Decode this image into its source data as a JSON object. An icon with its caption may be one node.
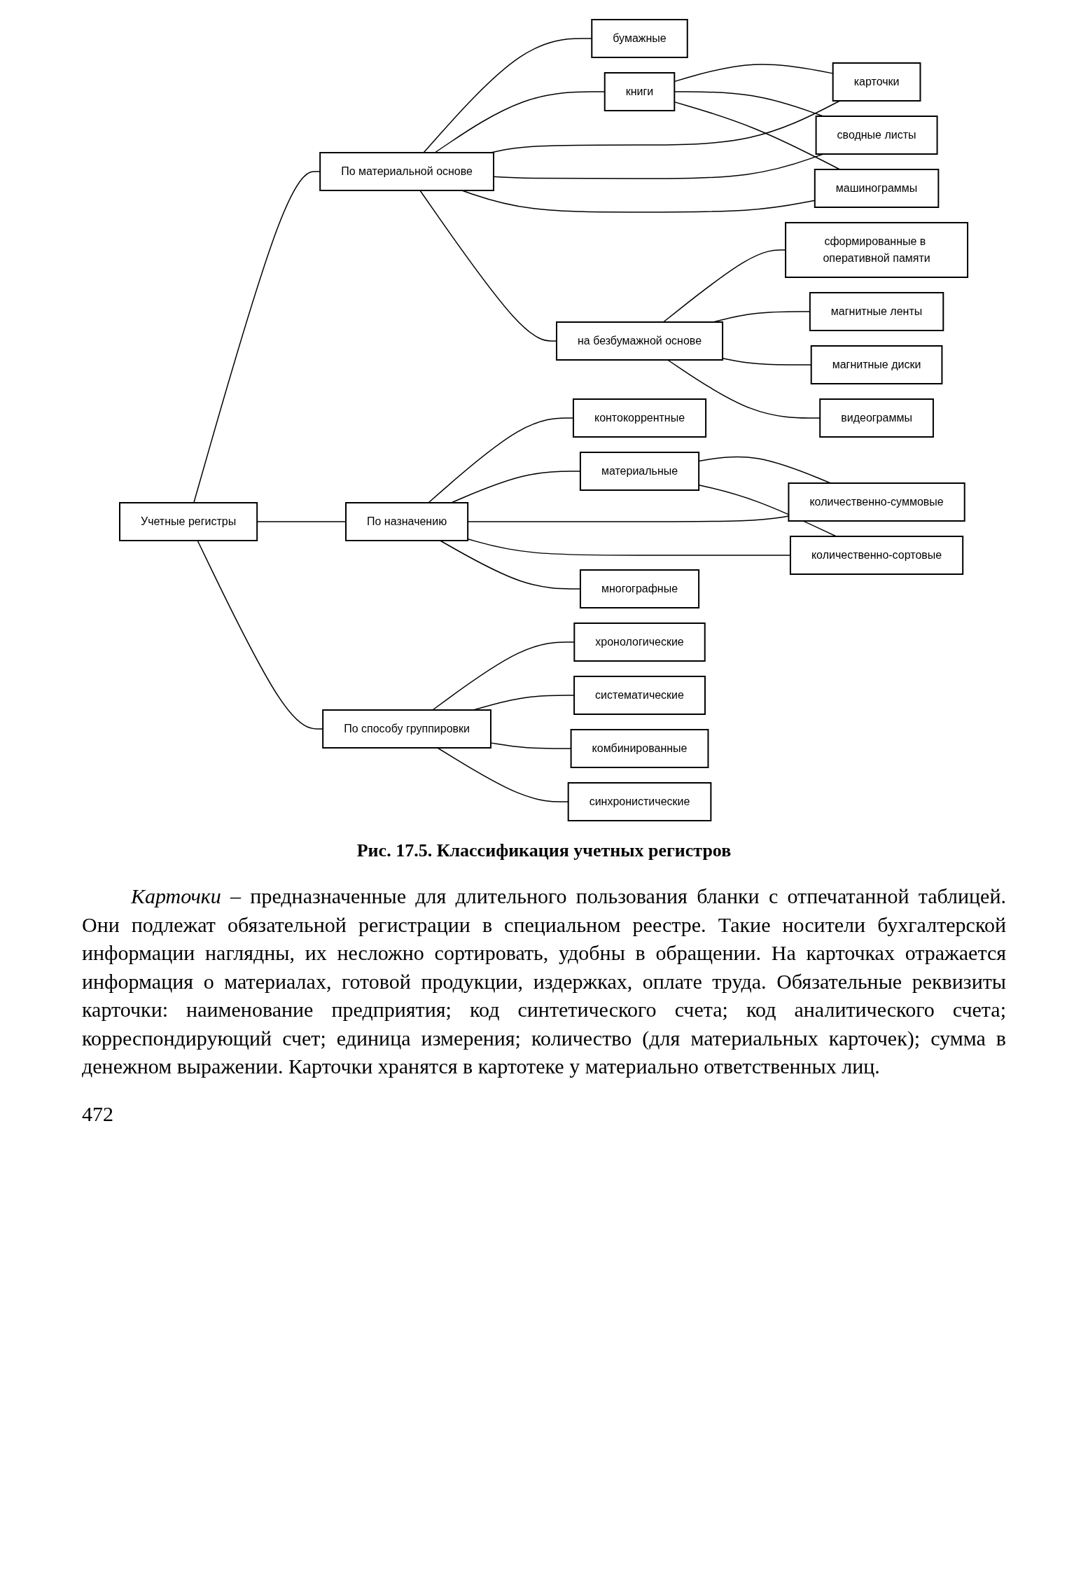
{
  "diagram": {
    "caption": "Рис. 17.5. Классификация учетных регистров",
    "nodes": [
      {
        "text": [
          "Учетные регистры"
        ]
      },
      {
        "text": [
          "По материальной основе"
        ]
      },
      {
        "text": [
          "По назначению"
        ]
      },
      {
        "text": [
          "По способу группировки"
        ]
      },
      {
        "text": [
          "бумажные"
        ]
      },
      {
        "text": [
          "книги"
        ]
      },
      {
        "text": [
          "карточки"
        ]
      },
      {
        "text": [
          "сводные листы"
        ]
      },
      {
        "text": [
          "машинограммы"
        ]
      },
      {
        "text": [
          "на безбумажной основе"
        ]
      },
      {
        "text": [
          "сформированные в оперативной памяти"
        ]
      },
      {
        "text": [
          "магнитные ленты"
        ]
      },
      {
        "text": [
          "магнитные диски"
        ]
      },
      {
        "text": [
          "видеограммы"
        ]
      },
      {
        "text": [
          "контокоррентные"
        ]
      },
      {
        "text": [
          "материальные"
        ]
      },
      {
        "text": [
          "количественно-суммовые"
        ]
      },
      {
        "text": [
          "количественно-сортовые"
        ]
      },
      {
        "text": [
          "многографные"
        ]
      },
      {
        "text": [
          "хронологические"
        ]
      },
      {
        "text": [
          "систематические"
        ]
      },
      {
        "text": [
          "комбинированные"
        ]
      },
      {
        "text": [
          "синхронистические"
        ]
      }
    ],
    "edges": [
      {
        "from": 0,
        "to": 1,
        "arrow": "none"
      },
      {
        "from": 0,
        "to": 2,
        "arrow": "none"
      },
      {
        "from": 0,
        "to": 3,
        "arrow": "none"
      },
      {
        "from": 1,
        "to": 4,
        "arrow": "none"
      },
      {
        "from": 1,
        "to": 5,
        "arrow": "none"
      },
      {
        "from": 1,
        "to": 6,
        "arrow": "none"
      },
      {
        "from": 1,
        "to": 7,
        "arrow": "none"
      },
      {
        "from": 1,
        "to": 8,
        "arrow": "none"
      },
      {
        "from": 1,
        "to": 9,
        "arrow": "none"
      },
      {
        "from": 5,
        "to": 6,
        "arrow": "none"
      },
      {
        "from": 5,
        "to": 7,
        "arrow": "none"
      },
      {
        "from": 5,
        "to": 8,
        "arrow": "none"
      },
      {
        "from": 9,
        "to": 10,
        "arrow": "none"
      },
      {
        "from": 9,
        "to": 11,
        "arrow": "none"
      },
      {
        "from": 9,
        "to": 12,
        "arrow": "none"
      },
      {
        "from": 9,
        "to": 13,
        "arrow": "none"
      },
      {
        "from": 2,
        "to": 14,
        "arrow": "none"
      },
      {
        "from": 2,
        "to": 15,
        "arrow": "none"
      },
      {
        "from": 2,
        "to": 16,
        "arrow": "none"
      },
      {
        "from": 2,
        "to": 17,
        "arrow": "none"
      },
      {
        "from": 2,
        "to": 18,
        "arrow": "none"
      },
      {
        "from": 15,
        "to": 16,
        "arrow": "none"
      },
      {
        "from": 15,
        "to": 17,
        "arrow": "none"
      },
      {
        "from": 3,
        "to": 19,
        "arrow": "none"
      },
      {
        "from": 3,
        "to": 20,
        "arrow": "none"
      },
      {
        "from": 3,
        "to": 21,
        "arrow": "none"
      },
      {
        "from": 3,
        "to": 22,
        "arrow": "none"
      }
    ],
    "labels": [
      "*Карточки* – предназначенные для длительного пользования бланки с отпечатанной таблицей. Они подлежат обязательной регистрации в специальном реестре. Такие носители бухгалтерской информации наглядны, их несложно сортировать, удобны в обращении. На карточках отражается информация о материалах, готовой продукции, издержках, оплате труда. Обязательные реквизиты карточки: наименование предприятия; код синтетического счета; код аналитического счета; корреспондирующий счет; единица измерения; количество (для материальных карточек); сумма в денежном выражении. Карточки хранятся в картотеке у материально ответственных лиц.",
      "472"
    ]
  }
}
